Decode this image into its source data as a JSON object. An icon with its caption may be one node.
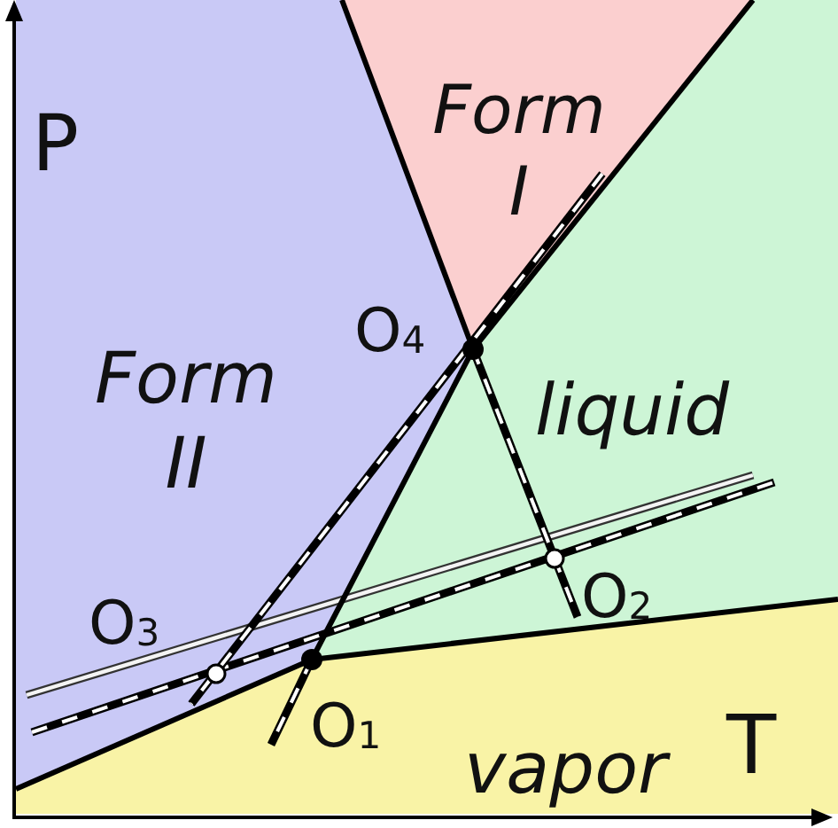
{
  "diagram": {
    "labels": [
      "Form I",
      "P",
      "O$_{4}$",
      "Form II",
      "liquid",
      "O$_{3}$",
      "O$_{2}$",
      "O$_{1}$",
      "vapor",
      "T"
    ]
  }
}
